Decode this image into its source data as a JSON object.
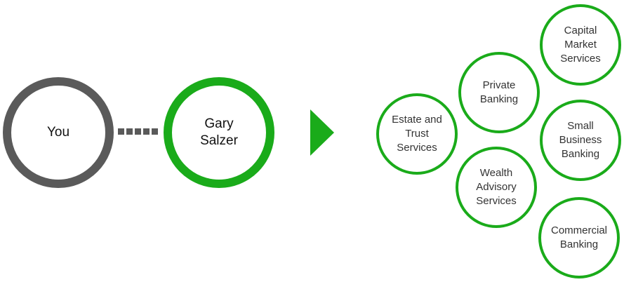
{
  "you": {
    "label": "You"
  },
  "contact": {
    "name": "Gary\nSalzer"
  },
  "services": [
    {
      "label": "Capital\nMarket\nServices"
    },
    {
      "label": "Private\nBanking"
    },
    {
      "label": "Estate and\nTrust\nServices"
    },
    {
      "label": "Small\nBusiness\nBanking"
    },
    {
      "label": "Wealth\nAdvisory\nServices"
    },
    {
      "label": "Commercial\nBanking"
    }
  ],
  "colors": {
    "green": "#1aab1a",
    "gray": "#5a5a5a"
  }
}
